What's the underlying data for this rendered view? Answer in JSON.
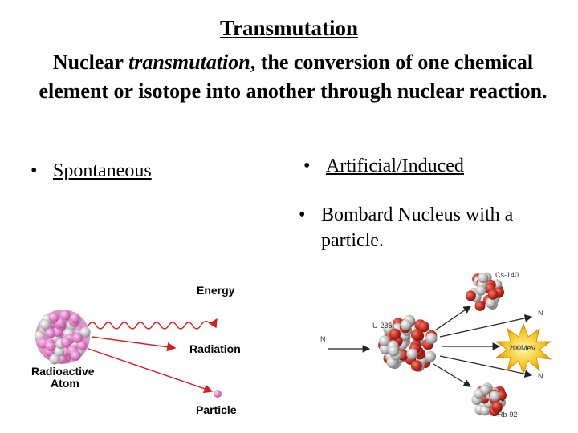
{
  "title": "Transmutation",
  "subtitle": {
    "pre": "Nuclear ",
    "italic": "transmutation",
    "post": ", the conversion of one chemical element or isotope into another through nuclear reaction."
  },
  "bullets": {
    "spontaneous": "Spontaneous",
    "artificial": "Artificial/Induced",
    "bombard_line1": "Bombard Nucleus with a",
    "bombard_line2": "particle."
  },
  "decay_figure": {
    "energy": "Energy",
    "radiation": "Radiation",
    "particle": "Particle",
    "atom_line1": "Radioactive",
    "atom_line2": "Atom"
  },
  "fission_figure": {
    "cs": "Cs-140",
    "u": "U-235",
    "n_in": "N",
    "n_out1": "N",
    "n_out2": "N",
    "energy": "200MeV",
    "rb": "Rb-92"
  }
}
